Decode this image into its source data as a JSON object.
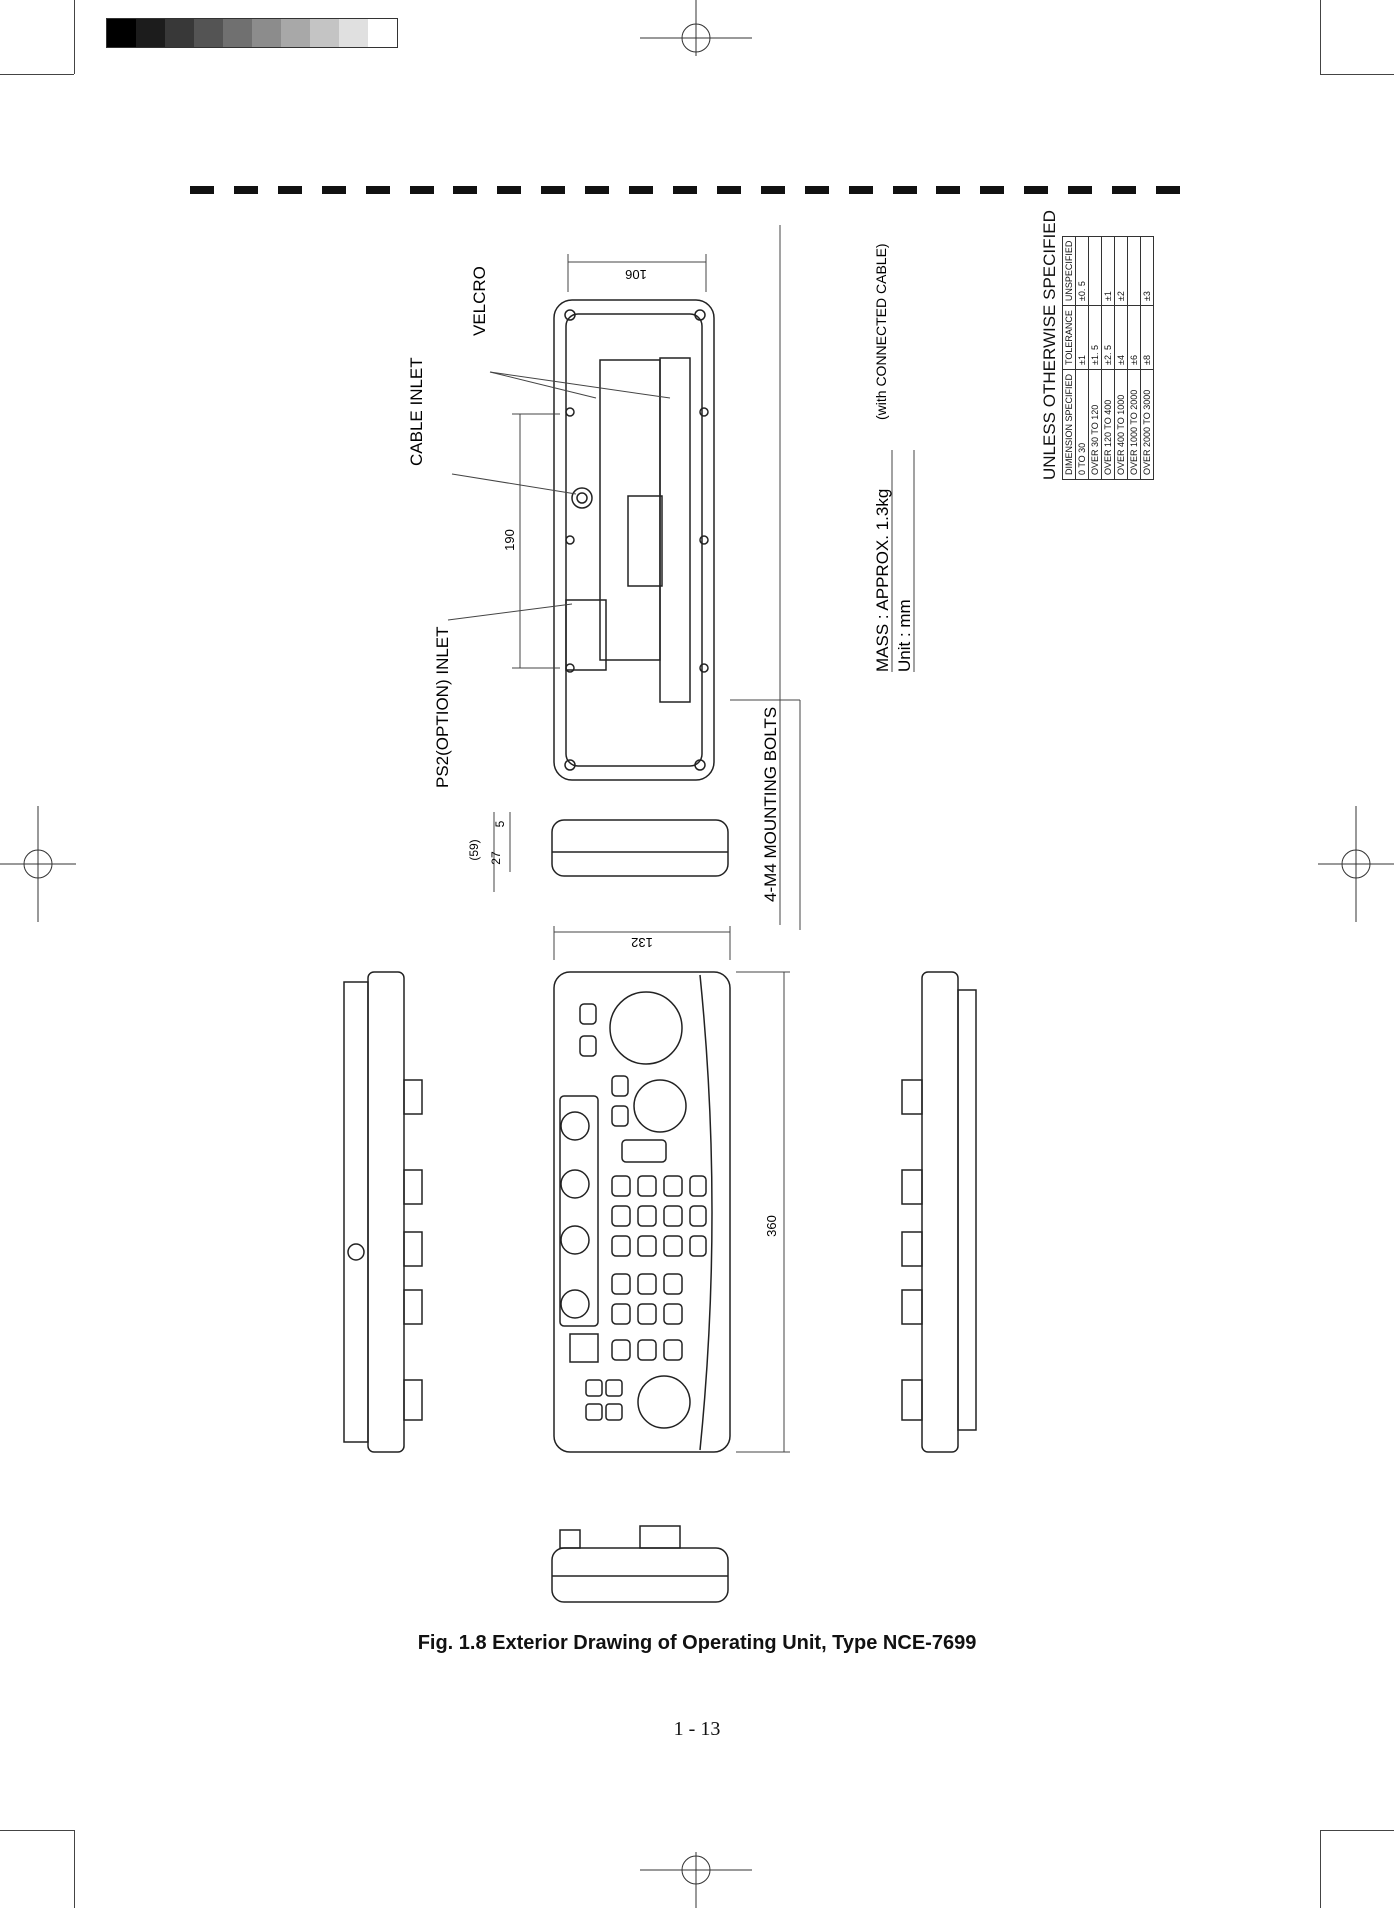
{
  "labels": {
    "velcro": "VELCRO",
    "cable_inlet": "CABLE INLET",
    "ps2_inlet": "PS2(OPTION) INLET",
    "mounting_bolts": "4-M4 MOUNTING BOLTS",
    "mass": "MASS :   APPROX.    1.3kg",
    "mass_note": "(with CONNECTED CABLE)",
    "unit": "Unit :       mm"
  },
  "dimensions": {
    "d106": "106",
    "d190": "190",
    "d132": "132",
    "d360": "360",
    "d59": "(59)",
    "d27": "27",
    "d5": "5"
  },
  "tolerance": {
    "title": "UNLESS OTHERWISE SPECIFIED",
    "headers": [
      "DIMENSION SPECIFIED",
      "TOLERANCE",
      "UNSPECIFIED"
    ],
    "rows": [
      {
        "range": "0  TO  30",
        "tol": "±1",
        "unspec": "±0. 5"
      },
      {
        "range": "OVER  30  TO  120",
        "tol": "±1. 5",
        "unspec": ""
      },
      {
        "range": "OVER  120  TO  400",
        "tol": "±2. 5",
        "unspec": "±1"
      },
      {
        "range": "OVER  400  TO  1000",
        "tol": "±4",
        "unspec": "±2"
      },
      {
        "range": "OVER  1000  TO  2000",
        "tol": "±6",
        "unspec": ""
      },
      {
        "range": "OVER  2000  TO  3000",
        "tol": "±8",
        "unspec": "±3"
      }
    ]
  },
  "caption": "Fig. 1.8    Exterior Drawing of Operating Unit, Type NCE-7699",
  "page_number": "1 - 13",
  "colors": {
    "gray_scale": [
      "#000000",
      "#1c1c1c",
      "#383838",
      "#545454",
      "#707070",
      "#8c8c8c",
      "#a8a8a8",
      "#c4c4c4",
      "#e0e0e0",
      "#ffffff"
    ]
  }
}
